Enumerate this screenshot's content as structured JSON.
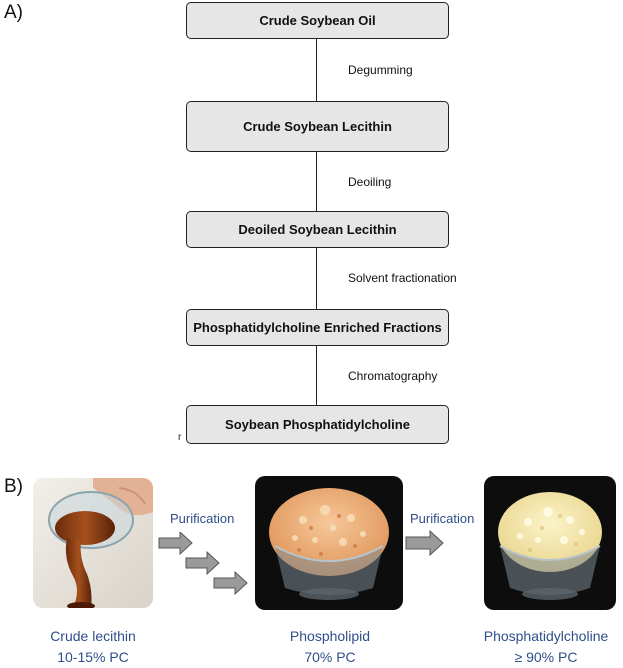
{
  "panel_a": {
    "label": "A)",
    "boxes": [
      "Crude Soybean Oil",
      "Crude Soybean Lecithin",
      "Deoiled Soybean Lecithin",
      "Phosphatidylcholine Enriched Fractions",
      "Soybean Phosphatidylcholine"
    ],
    "steps": [
      "Degumming",
      "Deoiling",
      "Solvent fractionation",
      "Chromatography"
    ],
    "stray_mark": "r"
  },
  "panel_b": {
    "label": "B)",
    "purification_1": "Purification",
    "purification_2": "Purification",
    "products": [
      {
        "name": "Crude lecithin",
        "content": "10-15% PC"
      },
      {
        "name": "Phospholipid",
        "content": "70% PC"
      },
      {
        "name": "Phosphatidylcholine",
        "content": "≥ 90% PC"
      }
    ]
  },
  "colors": {
    "box_fill": "#e6e6e6",
    "caption": "#2f4f8a",
    "arrow": "#9a9a9a",
    "photo_dark": "#111111"
  }
}
